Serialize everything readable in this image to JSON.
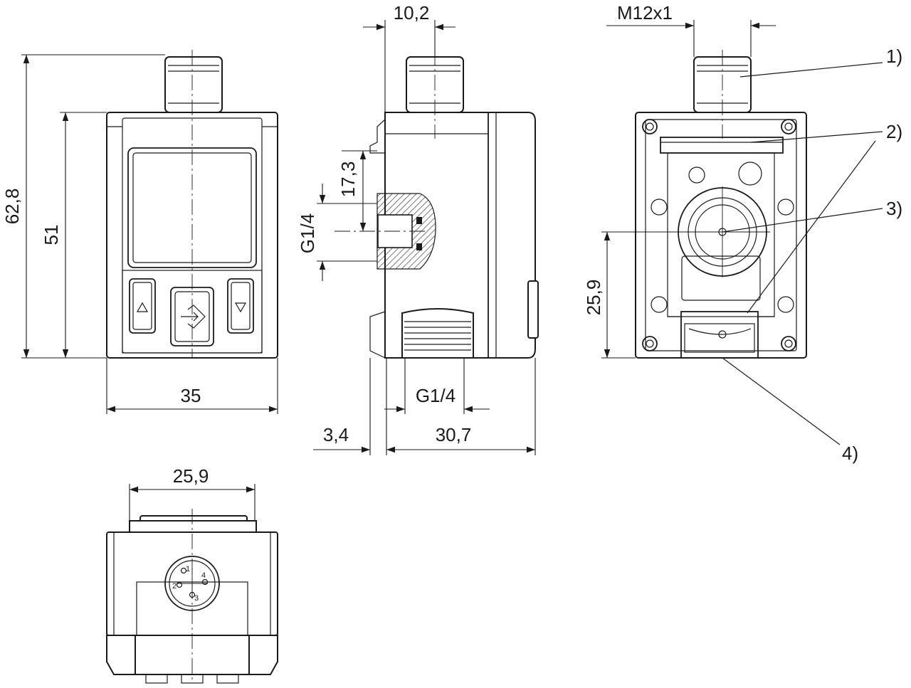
{
  "dimensions": {
    "front_height_total": "62,8",
    "front_height_body": "51",
    "front_width": "35",
    "side_connector_width": "10,2",
    "side_port_offset": "17,3",
    "side_thread_left": "G1/4",
    "side_thread_bottom": "G1/4",
    "side_clip_depth": "3,4",
    "side_depth": "30,7",
    "back_connector_thread": "M12x1",
    "back_port_height": "25,9",
    "bottom_width": "25,9"
  },
  "callouts": [
    "1)",
    "2)",
    "3)",
    "4)"
  ],
  "pins": [
    "1",
    "2",
    "3",
    "4"
  ]
}
